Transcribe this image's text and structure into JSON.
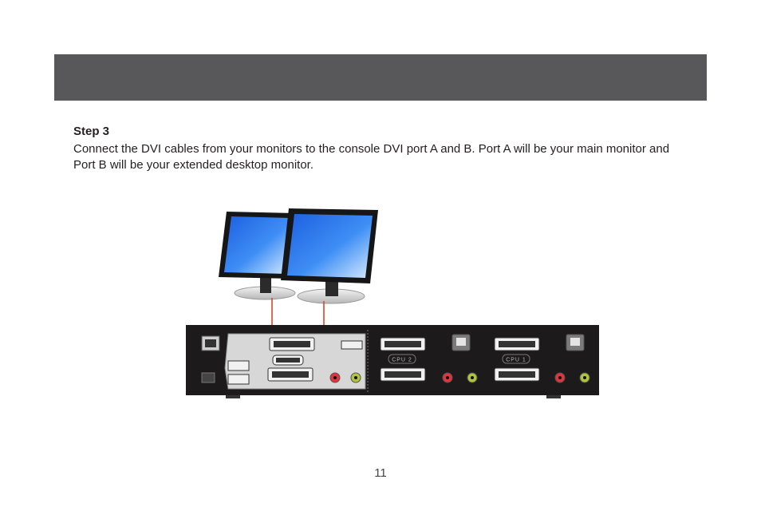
{
  "step": {
    "title": "Step 3",
    "body": "Connect the DVI cables from your monitors to the console DVI port A and B. Port A will be your main monitor and Port B will be your extended desktop monitor."
  },
  "device": {
    "port_labels": [
      "CPU 2",
      "CPU 1"
    ],
    "colors": {
      "chassis": "#1c1a1a",
      "panel": "#d7d7d7",
      "cable": "#d8482a",
      "mic": "#e2343c",
      "audio": "#b2c43a"
    }
  },
  "footer": {
    "page_number": "11"
  }
}
